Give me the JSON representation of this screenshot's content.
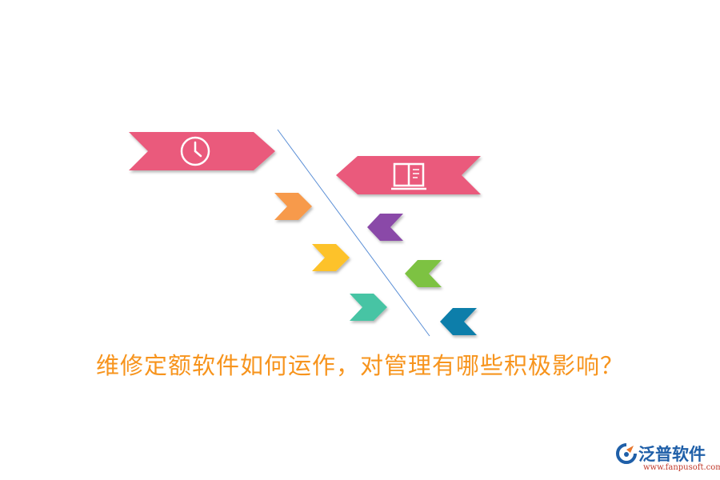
{
  "title": "维修定额软件如何运作，对管理有哪些积极影响？",
  "logo": {
    "name": "泛普软件",
    "url": "www.fanpusoft.com"
  },
  "diagram": {
    "spine_color": "#5b8fd6",
    "main_arrows": [
      {
        "id": "clock",
        "color": "#ea5a7b",
        "icon": "clock-icon",
        "direction": "right"
      },
      {
        "id": "book",
        "color": "#ea5a7b",
        "icon": "book-icon",
        "direction": "left"
      }
    ],
    "small_arrows": [
      {
        "id": "orange",
        "color": "#f79a4c",
        "direction": "right"
      },
      {
        "id": "purple",
        "color": "#8a49a8",
        "direction": "left"
      },
      {
        "id": "yellow",
        "color": "#fdc22b",
        "direction": "right"
      },
      {
        "id": "green",
        "color": "#7dc242",
        "direction": "left"
      },
      {
        "id": "teal",
        "color": "#46c4a4",
        "direction": "right"
      },
      {
        "id": "blue",
        "color": "#0b7eaa",
        "direction": "left"
      }
    ]
  }
}
